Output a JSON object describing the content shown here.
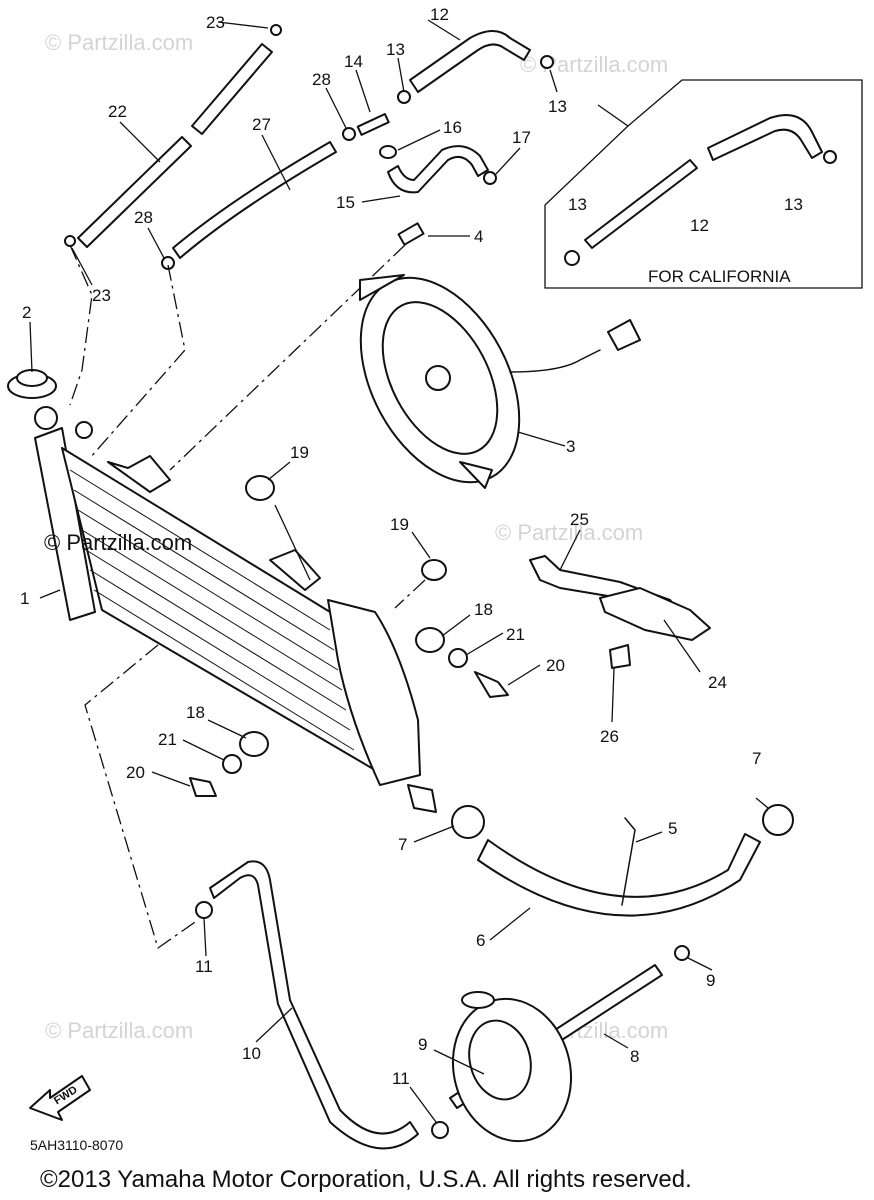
{
  "watermark": "© Partzilla.com",
  "inset_label": "FOR CALIFORNIA",
  "fwd_label": "FWD",
  "diagram_code": "5AH3110-8070",
  "copyright": "©2013  Yamaha Motor Corporation, U.S.A. All rights reserved.",
  "callouts": {
    "c1": "1",
    "c2": "2",
    "c3": "3",
    "c4": "4",
    "c5": "5",
    "c6": "6",
    "c7a": "7",
    "c7b": "7",
    "c8": "8",
    "c9a": "9",
    "c9b": "9",
    "c10": "10",
    "c11a": "11",
    "c11b": "11",
    "c12a": "12",
    "c12b": "12",
    "c13a": "13",
    "c13b": "13",
    "c13c": "13",
    "c13d": "13",
    "c14": "14",
    "c15": "15",
    "c16": "16",
    "c17": "17",
    "c18a": "18",
    "c18b": "18",
    "c19a": "19",
    "c19b": "19",
    "c20a": "20",
    "c20b": "20",
    "c21a": "21",
    "c21b": "21",
    "c22": "22",
    "c23a": "23",
    "c23b": "23",
    "c24": "24",
    "c25": "25",
    "c26": "26",
    "c27": "27",
    "c28a": "28",
    "c28b": "28"
  }
}
